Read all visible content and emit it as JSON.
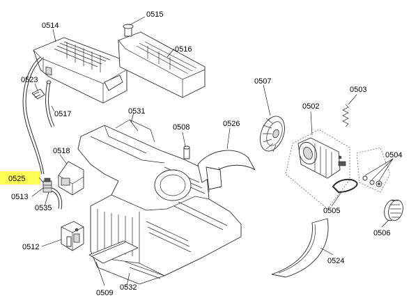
{
  "colors": {
    "highlight": "#ffff55",
    "line": "#2b2b2b"
  },
  "labels": {
    "p0514": "0514",
    "p0515": "0515",
    "p0516": "0516",
    "p0523": "0523",
    "p0517": "0517",
    "p0531": "0531",
    "p0518": "0518",
    "p0525": "0525",
    "p0513": "0513",
    "p0535": "0535",
    "p0512": "0512",
    "p0509": "0509",
    "p0532": "0532",
    "p0508": "0508",
    "p0526": "0526",
    "p0507": "0507",
    "p0502": "0502",
    "p0503": "0503",
    "p0504": "0504",
    "p0505": "0505",
    "p0506": "0506",
    "p0524": "0524"
  }
}
